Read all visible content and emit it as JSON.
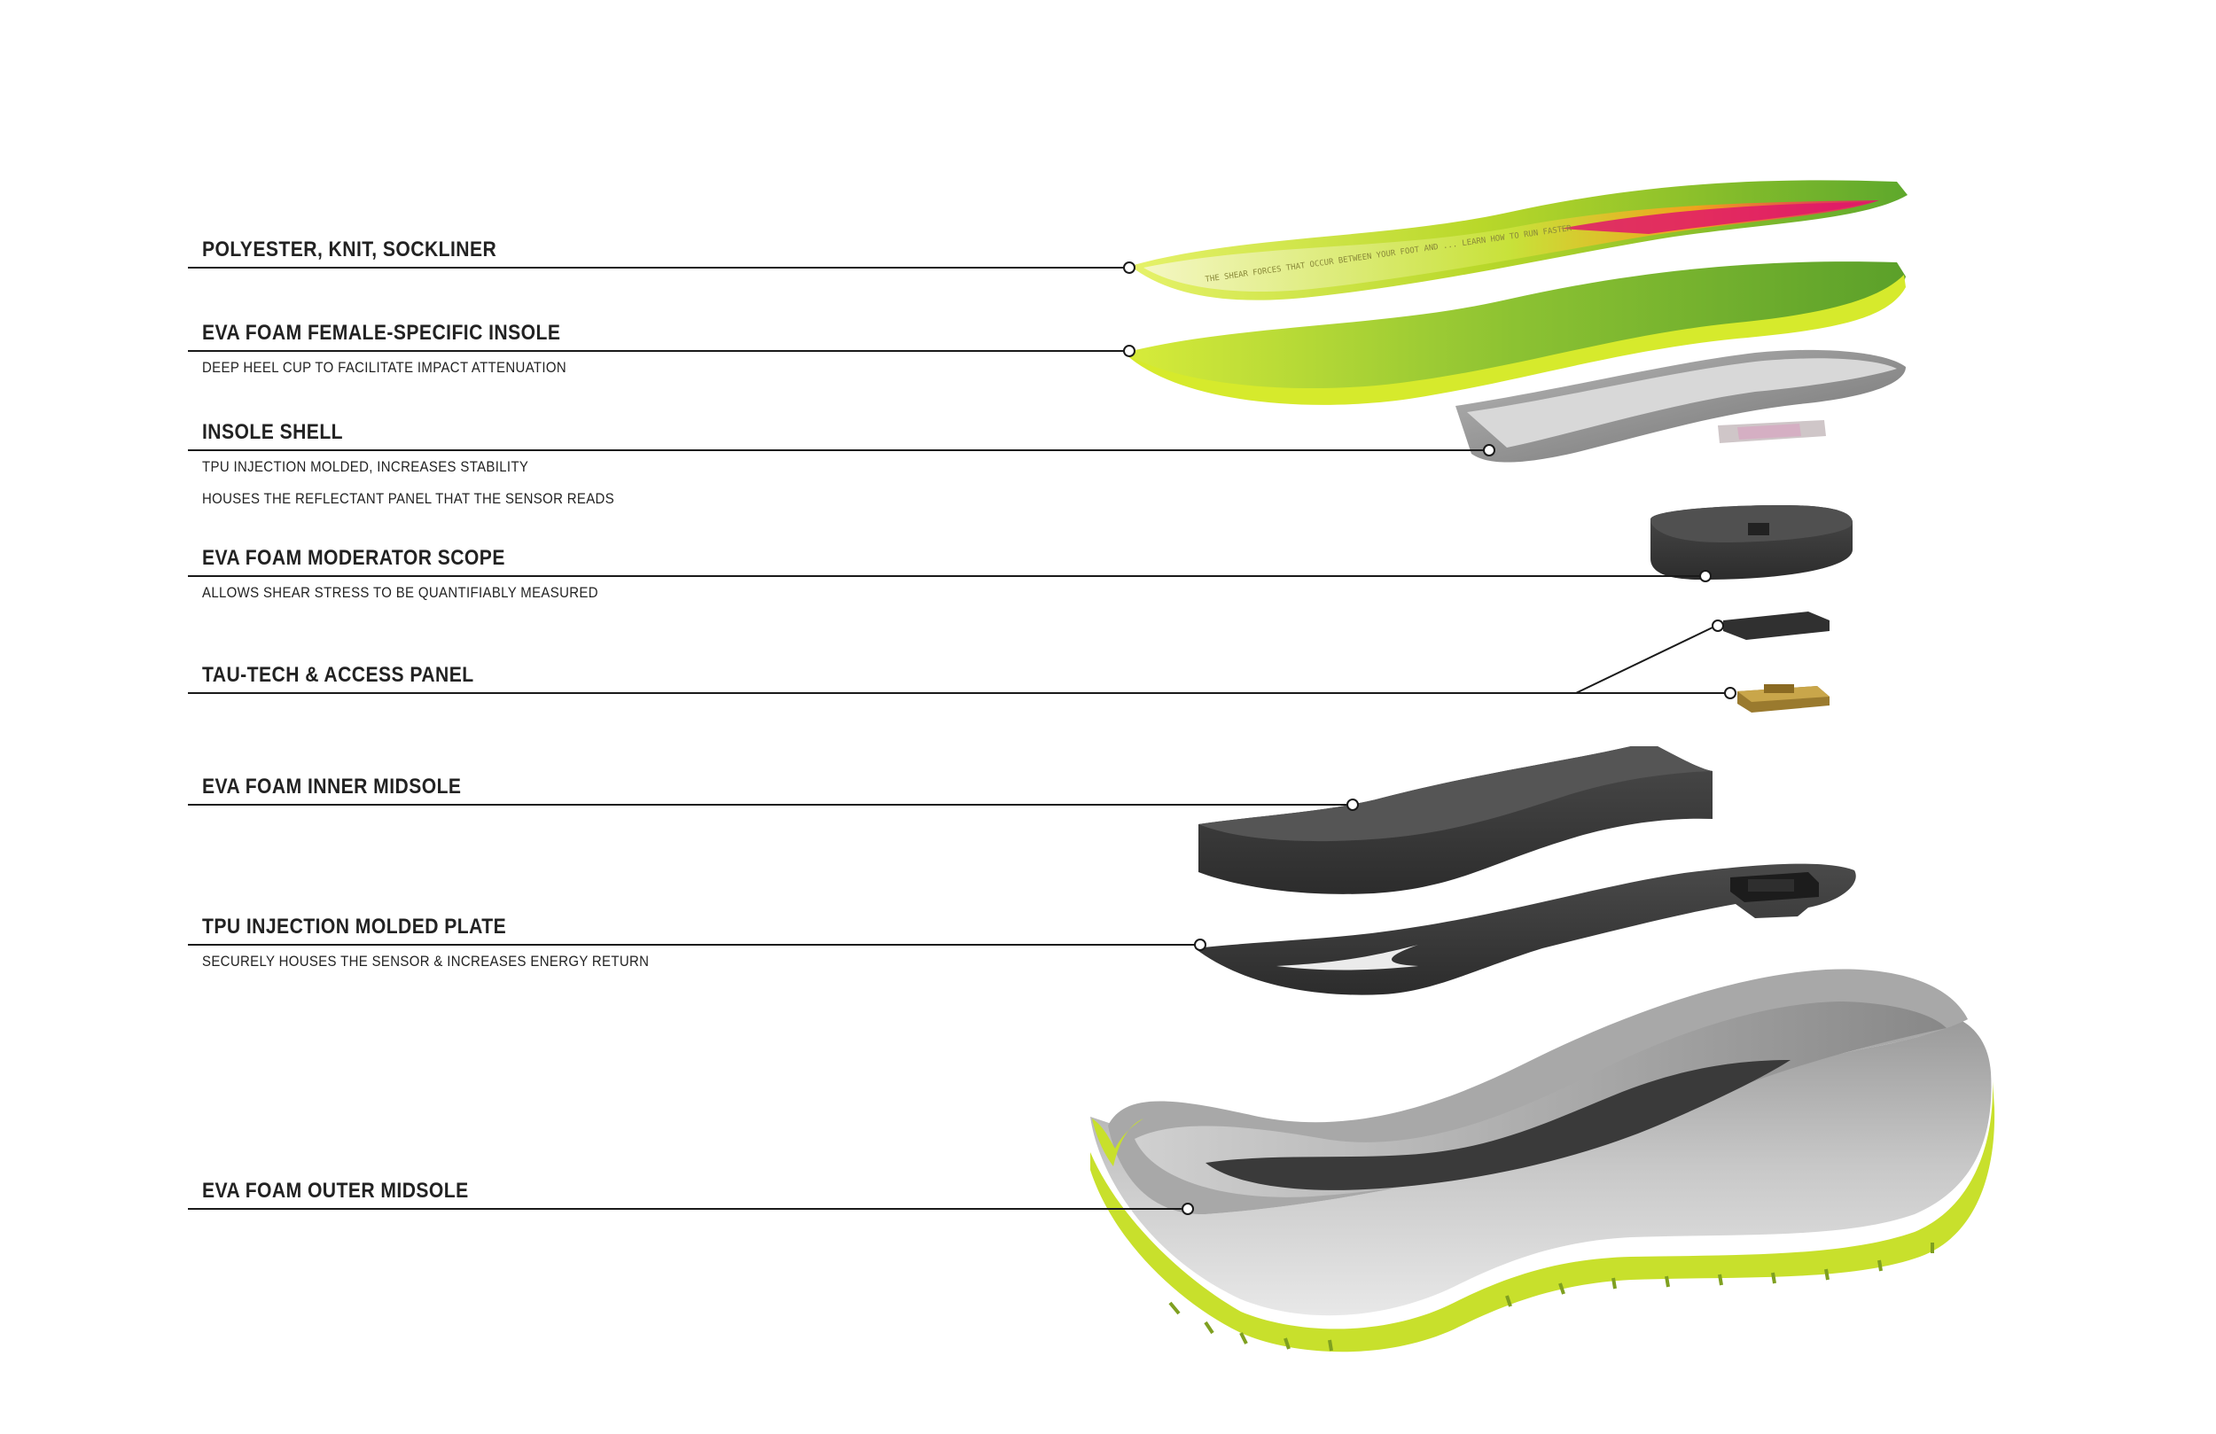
{
  "labels": [
    {
      "title": "POLYESTER, KNIT, SOCKLINER",
      "descriptions": []
    },
    {
      "title": "EVA FOAM FEMALE-SPECIFIC INSOLE",
      "descriptions": [
        "DEEP HEEL CUP TO FACILITATE IMPACT ATTENUATION"
      ]
    },
    {
      "title": "INSOLE SHELL",
      "descriptions": [
        "TPU INJECTION MOLDED, INCREASES STABILITY",
        "HOUSES THE REFLECTANT PANEL THAT THE SENSOR READS"
      ]
    },
    {
      "title": "EVA FOAM MODERATOR SCOPE",
      "descriptions": [
        "ALLOWS SHEAR STRESS TO BE QUANTIFIABLY MEASURED"
      ]
    },
    {
      "title": "TAU-TECH & ACCESS PANEL",
      "descriptions": []
    },
    {
      "title": "EVA FOAM INNER MIDSOLE",
      "descriptions": []
    },
    {
      "title": "TPU INJECTION MOLDED PLATE",
      "descriptions": [
        "SECURELY HOUSES THE SENSOR & INCREASES ENERGY RETURN"
      ]
    },
    {
      "title": "EVA FOAM OUTER MIDSOLE",
      "descriptions": []
    }
  ],
  "sockliner_print": "THE SHEAR FORCES THAT OCCUR BETWEEN YOUR FOOT AND ... LEARN HOW TO RUN FASTER",
  "colors": {
    "lime": "#c8e02c",
    "green": "#6fb230",
    "magenta": "#e0186a",
    "dark_gray": "#3c3c3c",
    "mid_gray": "#8e8e8e",
    "light_gray": "#d6d6d6",
    "gold": "#b8943a",
    "line": "#1a1a1a"
  }
}
